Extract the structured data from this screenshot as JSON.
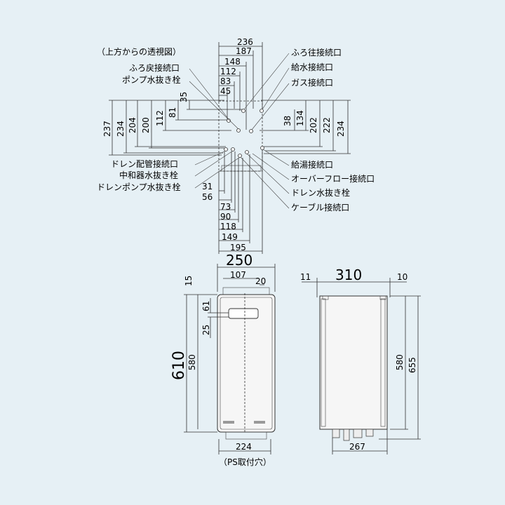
{
  "top_view": {
    "caption": "（上方からの透視図）",
    "h_dims": [
      "236",
      "187",
      "148",
      "112",
      "83",
      "45"
    ],
    "v_left_dims": [
      "237",
      "234",
      "204",
      "200",
      "112",
      "81",
      "35"
    ],
    "v_right_dims": [
      "38",
      "134",
      "202",
      "222",
      "234"
    ],
    "bottom_dims": [
      "31",
      "56",
      "73",
      "90",
      "118",
      "149",
      "195"
    ],
    "labels_top_left": [
      "ふろ戻接続口",
      "ポンプ水抜き栓"
    ],
    "labels_top_right": [
      "ふろ往接続口",
      "給水接続口",
      "ガス接続口"
    ],
    "labels_bottom_left": [
      "ドレン配管接続口",
      "中和器水抜き栓",
      "ドレンポンプ水抜き栓"
    ],
    "labels_bottom_right": [
      "給湯接続口",
      "オーバーフロー接続口",
      "ドレン水抜き栓",
      "ケーブル接続口"
    ]
  },
  "front_view": {
    "width": "250",
    "top_dims": [
      "107",
      "20"
    ],
    "left_dims": [
      "15",
      "61",
      "25"
    ],
    "height_total": "610",
    "height_inner": "580",
    "bottom_dim": "224",
    "ps_label": "（PS取付穴）"
  },
  "side_view": {
    "depth": "310",
    "left_offset": "11",
    "right_offset": "10",
    "height_inner": "580",
    "height_total": "655",
    "bottom_dim": "267"
  }
}
